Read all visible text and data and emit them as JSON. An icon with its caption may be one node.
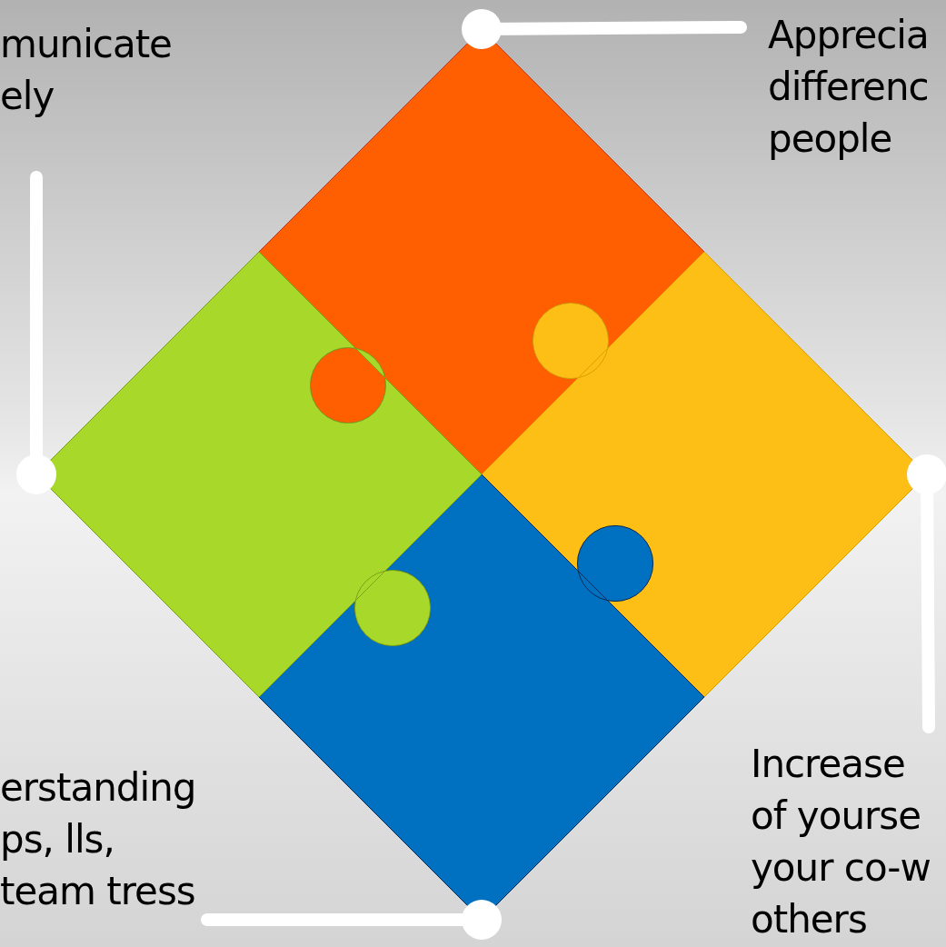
{
  "diagram": {
    "nodes": [
      {
        "text": [
          "municate ely"
        ]
      },
      {
        "text": [
          "Apprecia differenc people"
        ]
      },
      {
        "text": [
          "Increase of yourse your co-w others"
        ]
      },
      {
        "text": [
          "erstanding ps, lls, team tress"
        ]
      },
      {
        "text": [],
        "shape": "box"
      },
      {
        "text": [],
        "shape": "box"
      },
      {
        "text": [],
        "shape": "box"
      },
      {
        "text": [],
        "shape": "box"
      }
    ],
    "edges": [
      {
        "from": 0,
        "to": 7,
        "arrow": "other"
      },
      {
        "from": 1,
        "to": 4,
        "arrow": "other"
      },
      {
        "from": 2,
        "to": 5,
        "arrow": "other"
      },
      {
        "from": 3,
        "to": 6,
        "arrow": "other"
      }
    ]
  }
}
